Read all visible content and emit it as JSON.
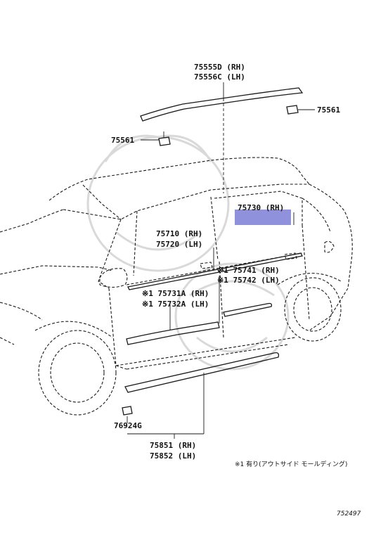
{
  "labels": {
    "roof_molding_rh": "75555D (RH)",
    "roof_molding_lh": "75556C (LH)",
    "clip_right": "75561",
    "clip_left": "75561",
    "window_molding_rear_rh": "75730 (RH)",
    "window_molding_front_rh": "75710 (RH)",
    "window_molding_front_lh": "75720 (LH)",
    "rear_door_molding_rh": "※1 75741 (RH)",
    "rear_door_molding_lh": "※1 75742 (LH)",
    "front_door_molding_rh": "※1 75731A (RH)",
    "front_door_molding_lh": "※1 75732A (LH)",
    "rocker_clip": "76924G",
    "rocker_molding_rh": "75851 (RH)",
    "rocker_molding_lh": "75852 (LH)"
  },
  "note": "※1 有り(アウトサイド モールディング)",
  "drawing_code": "752497",
  "colors": {
    "line": "#1a1a1a",
    "highlight": "#7c7ed6",
    "watermark": "#d9d9d9"
  },
  "highlighted_part": "75730 (RH)"
}
